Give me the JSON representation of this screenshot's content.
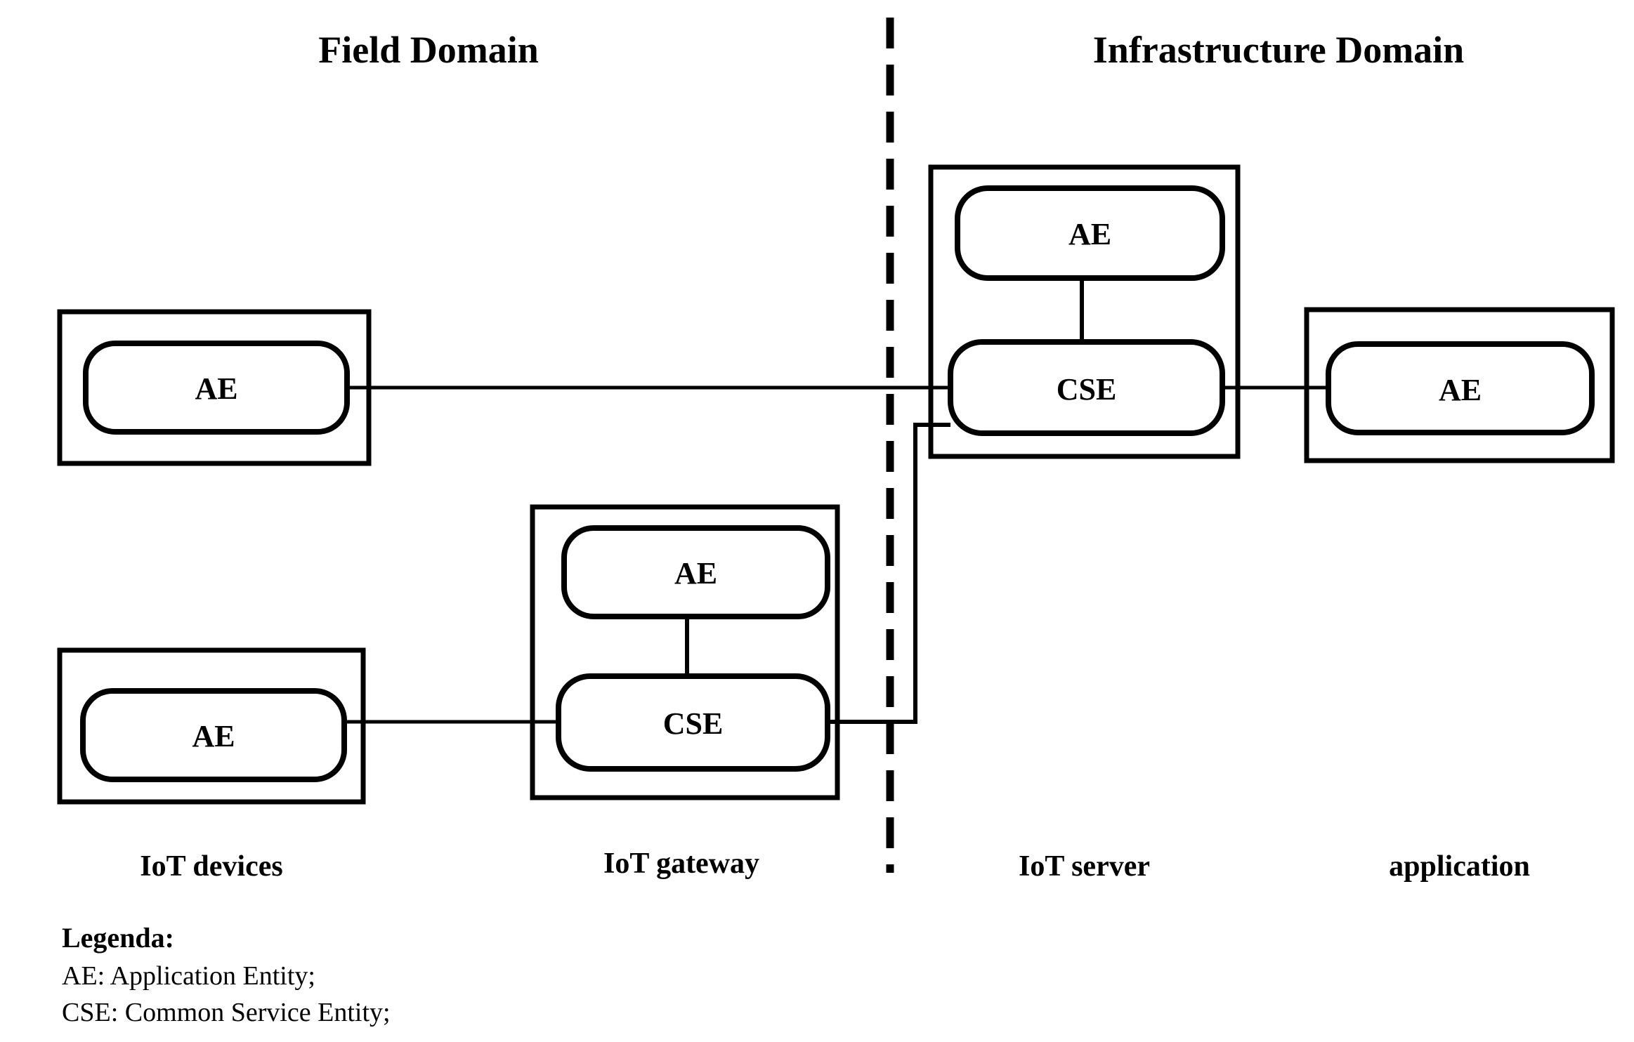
{
  "domains": [
    {
      "id": "field",
      "title": "Field Domain"
    },
    {
      "id": "infrastructure",
      "title": "Infrastructure Domain"
    }
  ],
  "divider": {
    "name": "domain-divider",
    "style": "dashed",
    "color": "#000000"
  },
  "nodes": [
    {
      "id": "iot-device-top",
      "caption": "",
      "entities": [
        {
          "type": "AE",
          "label": "AE"
        }
      ]
    },
    {
      "id": "iot-device-bottom",
      "caption": "IoT devices",
      "entities": [
        {
          "type": "AE",
          "label": "AE"
        }
      ]
    },
    {
      "id": "iot-gateway",
      "caption": "IoT gateway",
      "entities": [
        {
          "type": "AE",
          "label": "AE"
        },
        {
          "type": "CSE",
          "label": "CSE"
        }
      ]
    },
    {
      "id": "iot-server",
      "caption": "IoT server",
      "entities": [
        {
          "type": "AE",
          "label": "AE"
        },
        {
          "type": "CSE",
          "label": "CSE"
        }
      ]
    },
    {
      "id": "application",
      "caption": "application",
      "entities": [
        {
          "type": "AE",
          "label": "AE"
        }
      ]
    }
  ],
  "labels": {
    "ae_top_left": "AE",
    "ae_bottom_left": "AE",
    "gateway_ae": "AE",
    "gateway_cse": "CSE",
    "server_ae": "AE",
    "server_cse": "CSE",
    "application_ae": "AE"
  },
  "captions": {
    "iot_devices": "IoT devices",
    "iot_gateway": "IoT gateway",
    "iot_server": "IoT server",
    "application": "application"
  },
  "legend": {
    "title": "Legenda:",
    "entries": [
      "AE: Application Entity;",
      "CSE: Common Service Entity;"
    ]
  },
  "colors": {
    "stroke": "#000000",
    "background": "#ffffff",
    "text": "#000000"
  }
}
